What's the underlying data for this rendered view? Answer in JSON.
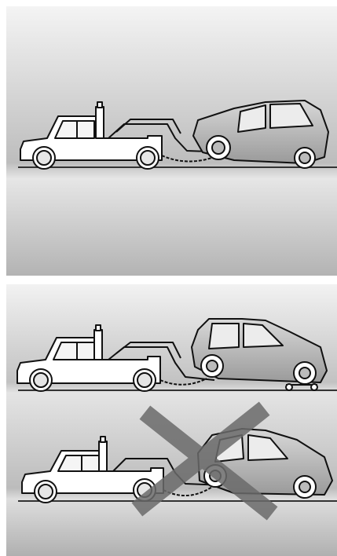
{
  "figure": {
    "panels": [
      {
        "scene": "tow-truck-wheel-lift-front-wheels-raised",
        "approved": true
      },
      {
        "scene": "tow-truck-wheel-lift-rear-wheels-on-dolly",
        "approved": true
      },
      {
        "scene": "tow-truck-wheel-lift-rear-wheels-raised",
        "approved": false
      }
    ],
    "colors": {
      "background_light": "#f2f2f2",
      "background_dark": "#b5b5b5",
      "ground": "#4a4a4a",
      "line": "#111111",
      "car_body": "#b9b9b9",
      "prohibited_cross": "#6b6b6b"
    },
    "icons": [
      "tow-truck-icon",
      "hatchback-car-icon",
      "tow-chain-icon",
      "wheel-dolly-icon",
      "prohibited-cross-icon"
    ]
  }
}
